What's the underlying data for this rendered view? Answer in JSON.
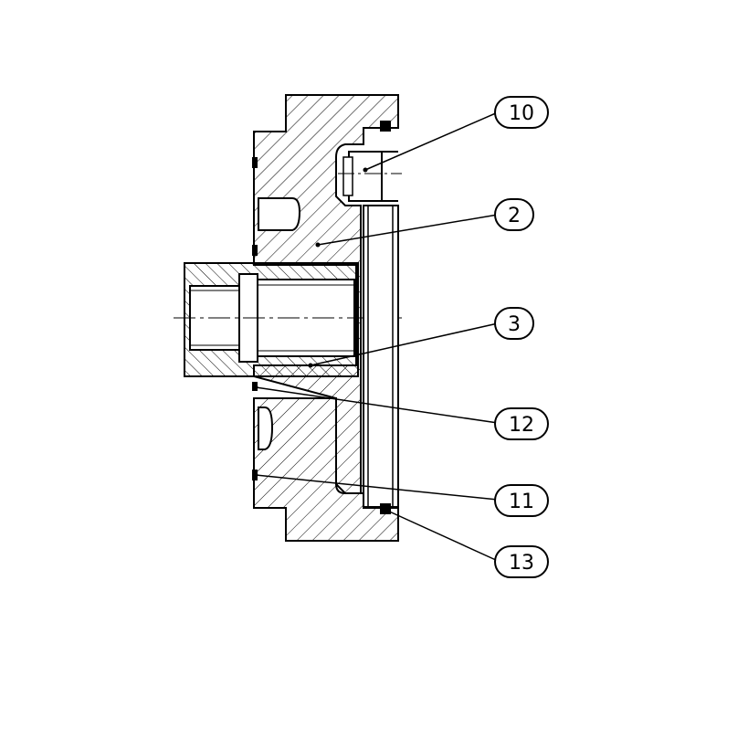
{
  "callouts": [
    {
      "id": "c10",
      "label": "10"
    },
    {
      "id": "c2",
      "label": "2"
    },
    {
      "id": "c3",
      "label": "3"
    },
    {
      "id": "c12",
      "label": "12"
    },
    {
      "id": "c11",
      "label": "11"
    },
    {
      "id": "c13",
      "label": "13"
    }
  ],
  "colors": {
    "line": "#000000",
    "background": "#ffffff"
  }
}
